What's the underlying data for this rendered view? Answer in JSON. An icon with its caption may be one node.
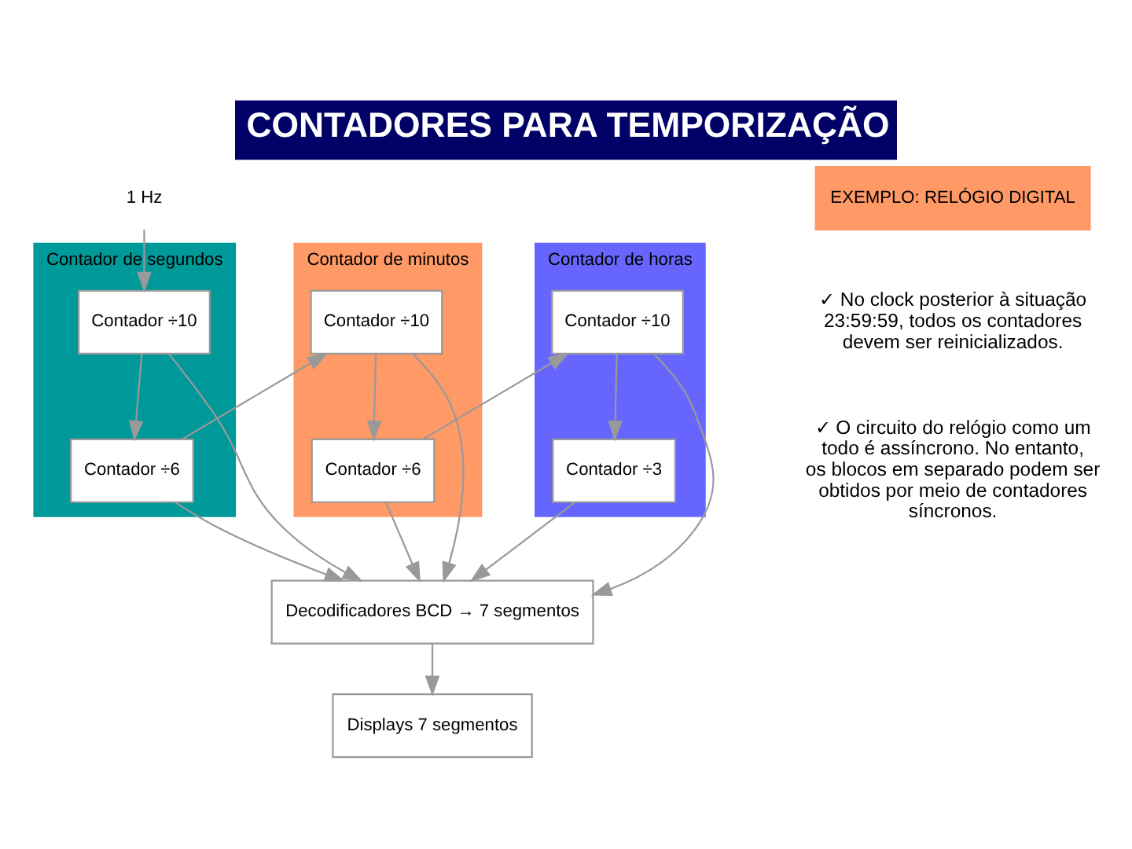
{
  "diagram": {
    "title": "CONTADORES PARA TEMPORIZAÇÃO",
    "nodes": [
      {
        "text": [
          "1 Hz"
        ]
      },
      {
        "text": [
          "Contador de segundos"
        ]
      },
      {
        "text": [
          "Contador ÷10"
        ],
        "in": 1
      },
      {
        "text": [
          "Contador ÷6"
        ],
        "in": 1
      },
      {
        "text": [
          "Contador de minutos"
        ]
      },
      {
        "text": [
          "Contador ÷10"
        ],
        "in": 4
      },
      {
        "text": [
          "Contador ÷6"
        ],
        "in": 4
      },
      {
        "text": [
          "Contador de horas"
        ]
      },
      {
        "text": [
          "Contador ÷10"
        ],
        "in": 7
      },
      {
        "text": [
          "Contador ÷3"
        ],
        "in": 7
      },
      {
        "text": [
          "Decodificadores BCD → 7 segmentos"
        ]
      },
      {
        "text": [
          "Displays 7 segmentos"
        ]
      }
    ],
    "edges": [
      {
        "from": 0,
        "to": 2,
        "arrow": "to"
      },
      {
        "from": 2,
        "to": 3,
        "arrow": "to"
      },
      {
        "from": 3,
        "to": 5,
        "arrow": "to"
      },
      {
        "from": 5,
        "to": 6,
        "arrow": "to"
      },
      {
        "from": 6,
        "to": 8,
        "arrow": "to"
      },
      {
        "from": 8,
        "to": 9,
        "arrow": "to"
      },
      {
        "from": 2,
        "to": 10,
        "arrow": "to"
      },
      {
        "from": 3,
        "to": 10,
        "arrow": "to"
      },
      {
        "from": 5,
        "to": 10,
        "arrow": "to"
      },
      {
        "from": 6,
        "to": 10,
        "arrow": "to"
      },
      {
        "from": 8,
        "to": 10,
        "arrow": "to"
      },
      {
        "from": 9,
        "to": 10,
        "arrow": "to"
      },
      {
        "from": 10,
        "to": 11,
        "arrow": "to"
      }
    ],
    "labels": [
      "EXEMPLO: RELÓGIO DIGITAL",
      "✓ No clock posterior à situação 23:59:59, todos os contadores devem ser reinicializados.",
      "✓ O circuito do relógio como um todo é assíncrono. No entanto, os blocos em separado podem ser obtidos por meio de contadores síncronos."
    ]
  }
}
